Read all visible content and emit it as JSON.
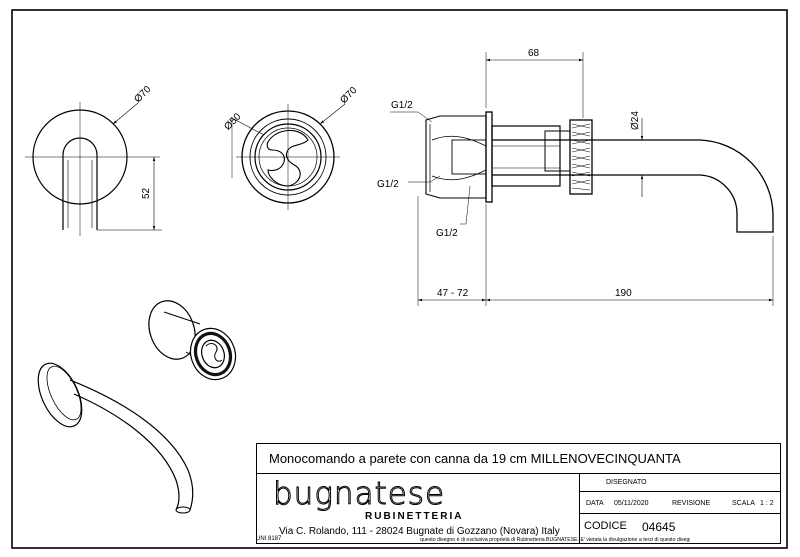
{
  "dimensions": {
    "d70_left": "Ø70",
    "h52": "52",
    "d50": "Ø50",
    "d70_mid": "Ø70",
    "w68": "68",
    "d24": "Ø24",
    "g12_top": "G1/2",
    "g12_mid": "G1/2",
    "g12_bottom": "G1/2",
    "range_47_72": "47 - 72",
    "len190": "190"
  },
  "title_block": {
    "title": "Monocomando a parete con canna da 19 cm MILLENOVECINQUANTA",
    "logo": "bugnatese",
    "logo_sub": "RUBINETTERIA",
    "address": "Via C. Rolando, 111 - 28024 Bugnate di Gozzano (Novara) Italy",
    "disegnato_label": "DISEGNATO",
    "data_label": "DATA",
    "data_value": "05/11/2020",
    "revisione_label": "REVISIONE",
    "scala_label": "SCALA",
    "scala_value": "1 : 2",
    "codice_label": "CODICE",
    "codice_value": "04645",
    "uni": "UNI 8187",
    "footer": "questo disegno è di esclusiva proprietà di Rubinetteria BUGNATESE. E' vietata la divulgazione a terzi di questo disegno"
  }
}
